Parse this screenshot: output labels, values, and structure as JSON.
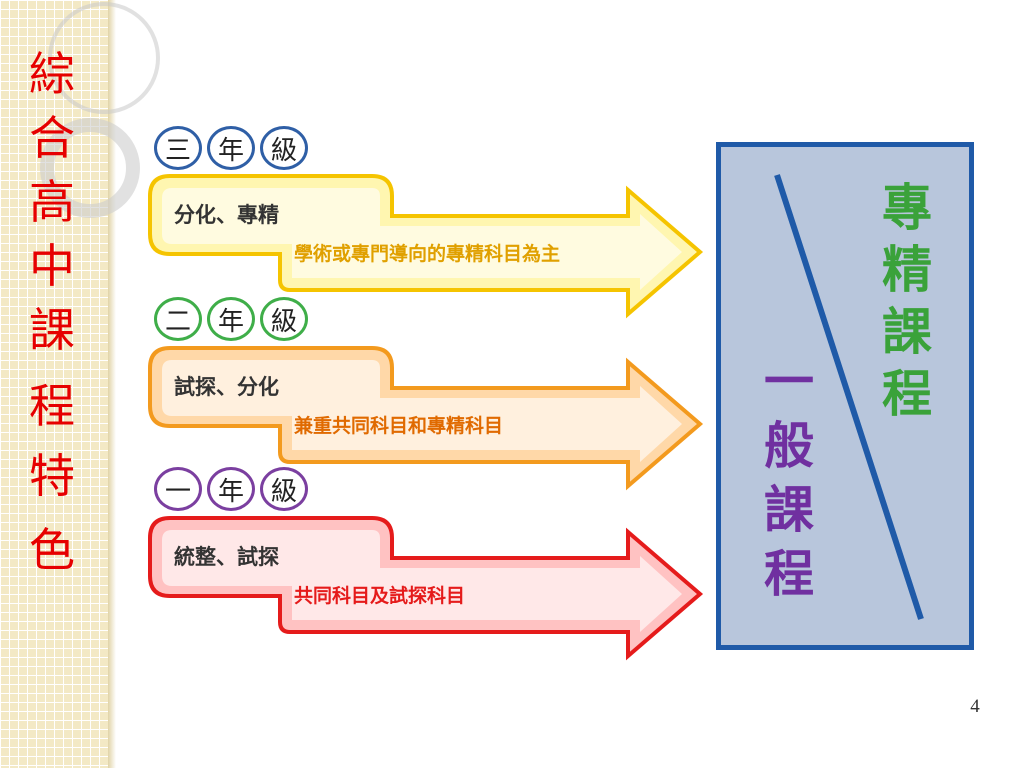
{
  "slide": {
    "title_chars": [
      "綜",
      "合",
      "高",
      "中",
      "課",
      "程",
      "特",
      "色"
    ],
    "page_number": "4"
  },
  "grades": [
    {
      "pills": [
        "三",
        "年",
        "級"
      ],
      "label": "分化、專精",
      "subtitle": "學術或專門導向的專精科目為主",
      "colors": {
        "pill_border": "#2f5fa6",
        "outline": "#f5c400",
        "fill": "#fff6b0",
        "inner": "#fffbe0",
        "subtitle_text": "#e0a000"
      }
    },
    {
      "pills": [
        "二",
        "年",
        "級"
      ],
      "label": "試探、分化",
      "subtitle": "兼重共同科目和專精科目",
      "colors": {
        "pill_border": "#3fae49",
        "outline": "#f39a1e",
        "fill": "#ffd8a8",
        "inner": "#fff0de",
        "subtitle_text": "#e06a00"
      }
    },
    {
      "pills": [
        "一",
        "年",
        "級"
      ],
      "label": "統整、試探",
      "subtitle": "共同科目及試探科目",
      "colors": {
        "pill_border": "#7b3fa0",
        "outline": "#e51b1b",
        "fill": "#ffc2c2",
        "inner": "#ffe8e8",
        "subtitle_text": "#e51b1b"
      }
    }
  ],
  "curriculum_box": {
    "specialized": [
      "專",
      "精",
      "課",
      "程"
    ],
    "general": [
      "一",
      "般",
      "課",
      "程"
    ],
    "colors": {
      "specialized": "#3aa23a",
      "general": "#7030a0",
      "divider": "#1f5aa8"
    }
  }
}
